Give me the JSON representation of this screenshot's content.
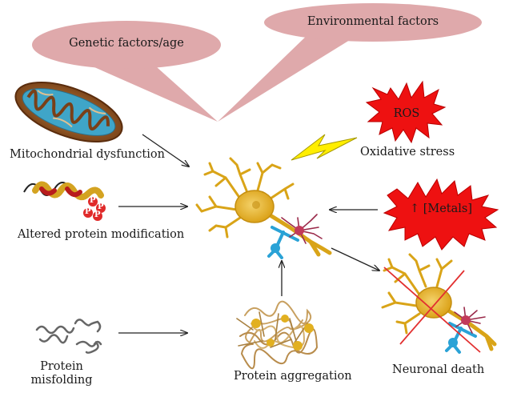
{
  "bubbles": {
    "genetic": "Genetic factors/age",
    "environmental": "Environmental factors"
  },
  "labels": {
    "mitochondrial": "Mitochondrial dysfunction",
    "altered_protein": "Altered protein modification",
    "misfolding_line1": "Protein",
    "misfolding_line2": "misfolding",
    "aggregation": "Protein aggregation",
    "neuronal_death": "Neuronal death",
    "oxidative_stress": "Oxidative stress",
    "ros": "ROS",
    "metals": "↑ [Metals]",
    "phospho": "P"
  },
  "colors": {
    "bubble": "#dfa9ab",
    "burst": "#ee1111",
    "lightning": "#ffee00",
    "neuron_body": "#e7b320",
    "axon": "#2aa2d6",
    "glia": "#9a2a4a",
    "death_cross": "#e23030",
    "mito_outer": "#8a4a20",
    "mito_inner": "#3fa5c8",
    "arrow": "#222222"
  }
}
